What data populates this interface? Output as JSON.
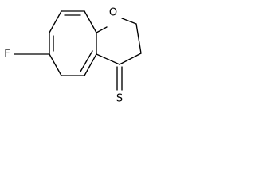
{
  "molecule": {
    "atoms": {
      "oxygen": "O",
      "fluorine": "F",
      "sulfur": "S"
    },
    "colors": {
      "bond": "#000000",
      "label": "#000000",
      "background": "#ffffff"
    }
  }
}
